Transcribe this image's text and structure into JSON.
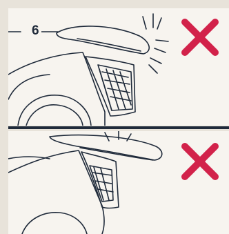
{
  "figure": {
    "callout_number": "6",
    "colors": {
      "background": "#e8e3da",
      "panel": "#f7f4ef",
      "line": "#1f2a3a",
      "cross": "#d2224a"
    },
    "panels": [
      {
        "name": "top",
        "mark": "cross-icon"
      },
      {
        "name": "bottom",
        "mark": "cross-icon"
      }
    ]
  }
}
